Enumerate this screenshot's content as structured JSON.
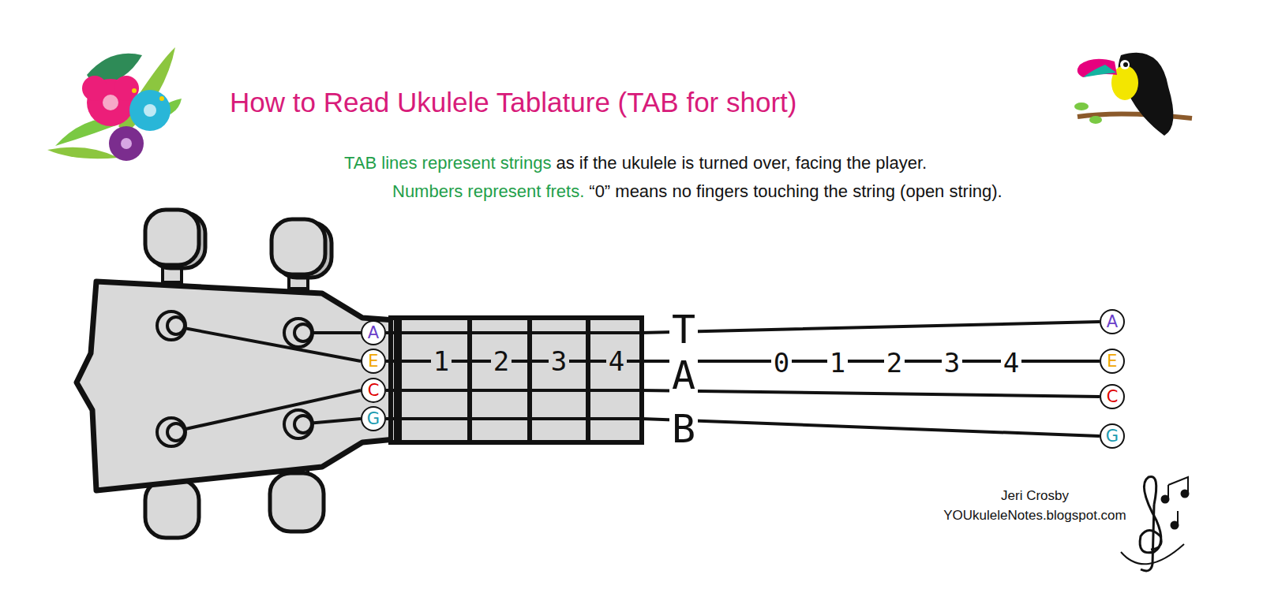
{
  "diagram": {
    "title": "How to Read Ukulele Tablature (TAB for short)",
    "nodes": [
      {
        "text": [
          "A"
        ]
      },
      {
        "text": [
          "E"
        ]
      },
      {
        "text": [
          "C"
        ]
      },
      {
        "text": [
          "G"
        ]
      },
      {
        "text": [
          "A"
        ]
      },
      {
        "text": [
          "E"
        ]
      },
      {
        "text": [
          "C"
        ]
      },
      {
        "text": [
          "G"
        ]
      }
    ],
    "edges": [
      {
        "from": 0,
        "to": 4,
        "arrow": "none"
      },
      {
        "from": 1,
        "to": 5,
        "arrow": "none"
      },
      {
        "from": 2,
        "to": 6,
        "arrow": "none"
      },
      {
        "from": 3,
        "to": 7,
        "arrow": "none"
      }
    ],
    "labels": [
      "TAB lines represent strings",
      "as if the ukulele is turned over, facing the player.",
      "Numbers represent frets.",
      "“0” means no fingers touching the string (open string).",
      "1",
      "2",
      "3",
      "4",
      "T",
      "A",
      "B",
      "0",
      "1",
      "2",
      "3",
      "4",
      "Jeri Crosby",
      "YOUkuleleNotes.blogspot.com"
    ]
  }
}
